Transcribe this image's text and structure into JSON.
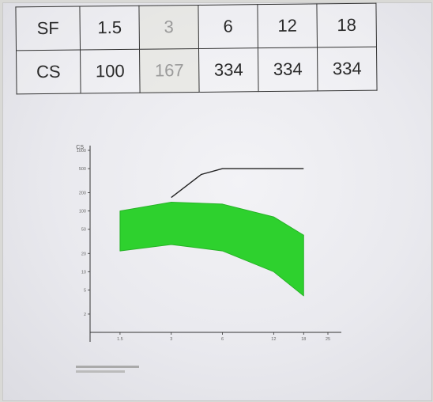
{
  "table": {
    "rows": [
      {
        "header": "SF",
        "cells": [
          "1.5",
          "3",
          "6",
          "12",
          "18"
        ]
      },
      {
        "header": "CS",
        "cells": [
          "100",
          "167",
          "334",
          "334",
          "334"
        ]
      }
    ]
  },
  "chart_data": {
    "type": "area",
    "xscale": "log",
    "yscale": "log",
    "x_ticks": [
      "1.5",
      "3",
      "6",
      "12",
      "18",
      "25"
    ],
    "y_ticks": [
      "1000",
      "500",
      "200",
      "100",
      "50",
      "20",
      "10",
      "5",
      "2"
    ],
    "ylabel": "CS",
    "series": [
      {
        "kind": "line",
        "points": [
          [
            3,
            167
          ],
          [
            4.5,
            400
          ],
          [
            6,
            500
          ],
          [
            12,
            500
          ],
          [
            18,
            500
          ]
        ]
      },
      {
        "kind": "band",
        "upper": [
          [
            1.5,
            100
          ],
          [
            3,
            140
          ],
          [
            6,
            130
          ],
          [
            12,
            80
          ],
          [
            18,
            40
          ]
        ],
        "lower": [
          [
            1.5,
            22
          ],
          [
            3,
            28
          ],
          [
            6,
            22
          ],
          [
            12,
            10
          ],
          [
            18,
            4
          ]
        ]
      }
    ],
    "colors": {
      "band": "#2ed12e",
      "line": "#222222",
      "axis": "#333333"
    }
  }
}
